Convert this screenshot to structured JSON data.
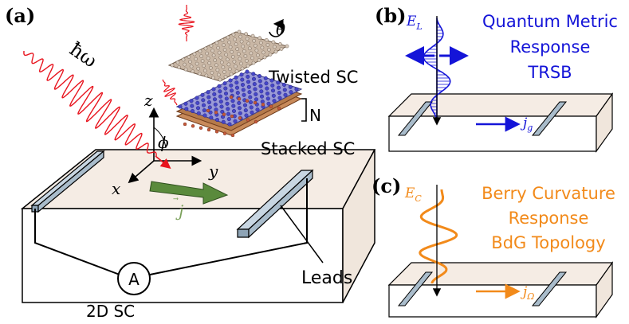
{
  "panels": {
    "a": {
      "label": "(a)"
    },
    "b": {
      "label": "(b)"
    },
    "c": {
      "label": "(c)"
    }
  },
  "labels": {
    "photon": "ħω",
    "theta": "θ",
    "twisted": "Twisted SC",
    "stacked": "Stacked SC",
    "n": "N",
    "phi": "ϕ",
    "z": "z",
    "y": "y",
    "x": "x",
    "current_a": "j",
    "ammeter": "A",
    "leads": "Leads",
    "device": "2D SC",
    "field_b": "E",
    "field_b_sub": "L",
    "current_b": "j",
    "current_b_sub": "g",
    "field_c": "E",
    "field_c_sub": "C",
    "current_c": "j",
    "current_c_sub": "Ω"
  },
  "panel_b_text": [
    "Quantum Metric",
    "Response",
    "TRSB"
  ],
  "panel_c_text": [
    "Berry Curvature",
    "Response",
    "BdG Topology"
  ],
  "colors": {
    "quantum_blue": "#1414d8",
    "berry_orange": "#f28a1a",
    "photon_red": "#e8141e",
    "slab_top": "#f5ece4",
    "lead": "#a9bccb",
    "arrow_green": "#5a8a3c"
  }
}
